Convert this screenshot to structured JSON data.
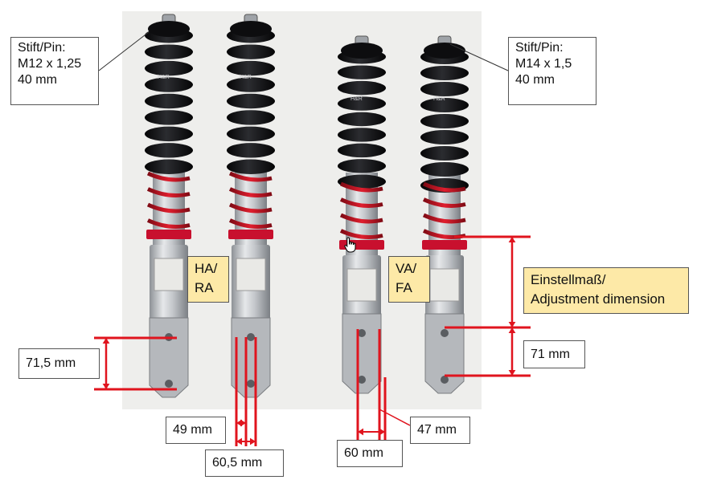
{
  "labels": {
    "pin_rear": {
      "line1": "Stift/Pin:",
      "line2": "M12 x 1,25",
      "line3": "40 mm"
    },
    "pin_front": {
      "line1": "Stift/Pin:",
      "line2": "M14 x 1,5",
      "line3": "40 mm"
    },
    "rear_axle": {
      "line1": "HA/",
      "line2": "RA"
    },
    "front_axle": {
      "line1": "VA/",
      "line2": "FA"
    },
    "adjustment": {
      "line1": "Einstellmaß/",
      "line2": "Adjustment dimension"
    },
    "rear_hole_spacing": "71,5  mm",
    "front_hole_spacing": "71 mm",
    "rear_width_inner": "49 mm",
    "rear_width_outer": "60,5  mm",
    "front_width_inner": "47 mm",
    "front_width_outer": "60  mm"
  },
  "photo": {
    "coil_color": "#1a1a1c",
    "spring_seat_color": "#c8102e",
    "body_color": "#c9ccd0",
    "bracket_color": "#b5b8bc",
    "dimension_line_color": "#e0141e",
    "spring_print": [
      "H&R",
      "H&R",
      "H&R",
      "H&R"
    ]
  },
  "icons": {
    "cursor": "hand-pointer-icon"
  }
}
